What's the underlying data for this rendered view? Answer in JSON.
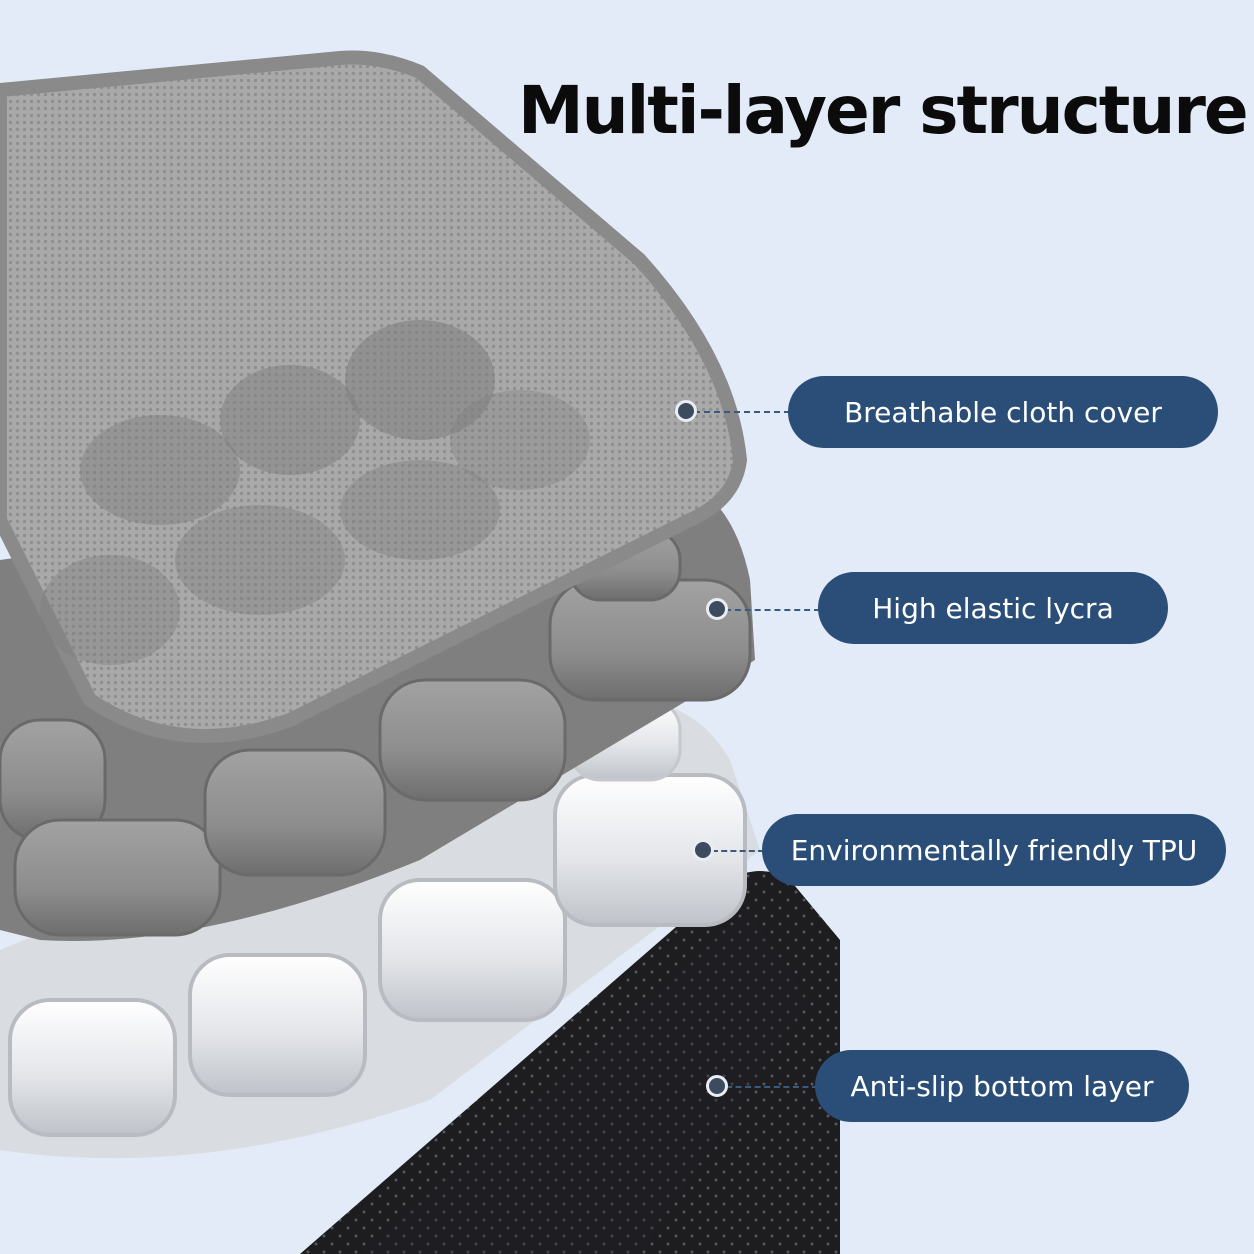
{
  "title": "Multi-layer structure",
  "colors": {
    "background": "#e2ebf7",
    "callout_fill": "#2a4e78",
    "callout_text": "#ffffff",
    "title_text": "#0b0b0b"
  },
  "layers": [
    {
      "label": "Breathable cloth cover"
    },
    {
      "label": "High elastic lycra"
    },
    {
      "label": "Environmentally friendly TPU"
    },
    {
      "label": "Anti-slip bottom layer"
    }
  ]
}
